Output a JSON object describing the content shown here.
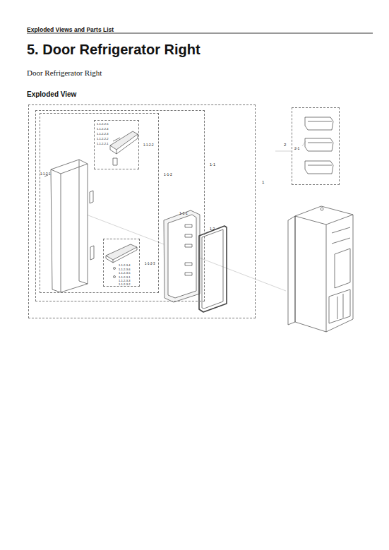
{
  "diagram": {
    "title": "5. Door Refrigerator Right",
    "nodes": [
      {
        "text": [
          "1"
        ]
      },
      {
        "text": [
          "1-1"
        ],
        "in": 0
      },
      {
        "text": [
          "1-1-2"
        ],
        "in": 1
      },
      {
        "text": [
          "1-1-2-2"
        ],
        "in": 2
      },
      {
        "text": [
          "1-1-2-3"
        ],
        "in": 2
      },
      {
        "text": [
          "2"
        ]
      }
    ],
    "labels": [
      "Exploded Views and Parts List",
      "Door Refrigerator Right",
      "Exploded View",
      "1-1-2-1",
      "1-1-1",
      "1-2",
      "2-1",
      "1-1-2-2-5",
      "1-1-2-2-4",
      "1-1-2-2-3",
      "1-1-2-2-2",
      "1-1-2-2-1",
      "1-1-2-3-4",
      "1-1-2-3-6",
      "1-1-2-3-5",
      "1-1-2-3-1",
      "1-1-2-3-3",
      "1-1-2-3-2"
    ]
  }
}
